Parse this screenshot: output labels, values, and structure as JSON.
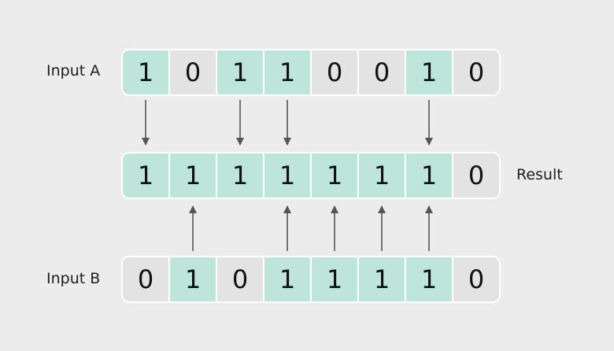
{
  "colors": {
    "on": "#bde5da",
    "off": "#e3e3e3",
    "arrow": "#555555"
  },
  "input_a": {
    "label": "Input A",
    "bits": [
      "1",
      "0",
      "1",
      "1",
      "0",
      "0",
      "1",
      "0"
    ]
  },
  "result": {
    "label": "Result",
    "bits": [
      "1",
      "1",
      "1",
      "1",
      "1",
      "1",
      "1",
      "0"
    ]
  },
  "input_b": {
    "label": "Input B",
    "bits": [
      "0",
      "1",
      "0",
      "1",
      "1",
      "1",
      "1",
      "0"
    ]
  }
}
